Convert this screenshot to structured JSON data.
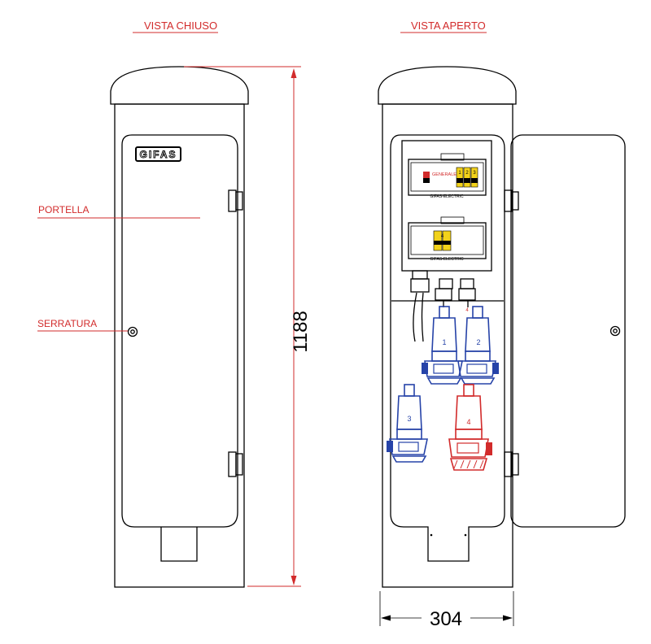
{
  "labels": {
    "view_closed": "VISTA CHIUSO",
    "view_open": "VISTA APERTO",
    "door": "PORTELLA",
    "lock": "SERRATURA"
  },
  "dimensions": {
    "height": "1188",
    "width": "304"
  },
  "brand": {
    "logo": "GIFAS",
    "panel_brand_1": "GIFAS-ELECTRIC",
    "panel_brand_2": "GIFAS-ELECTRIC"
  },
  "panel": {
    "main_switch": "GENERALE",
    "breaker_numbers": [
      "1",
      "2",
      "3"
    ],
    "lower_breaker_number": "4",
    "gland_number": "4"
  },
  "sockets": {
    "s1": "1",
    "s2": "2",
    "s3": "3",
    "s4": "4"
  },
  "colors": {
    "annotation": "#d22b2b",
    "socket_blue": "#2643a8",
    "socket_red": "#d22b2b",
    "line": "#000000",
    "breaker_yellow": "#f2d21b"
  }
}
